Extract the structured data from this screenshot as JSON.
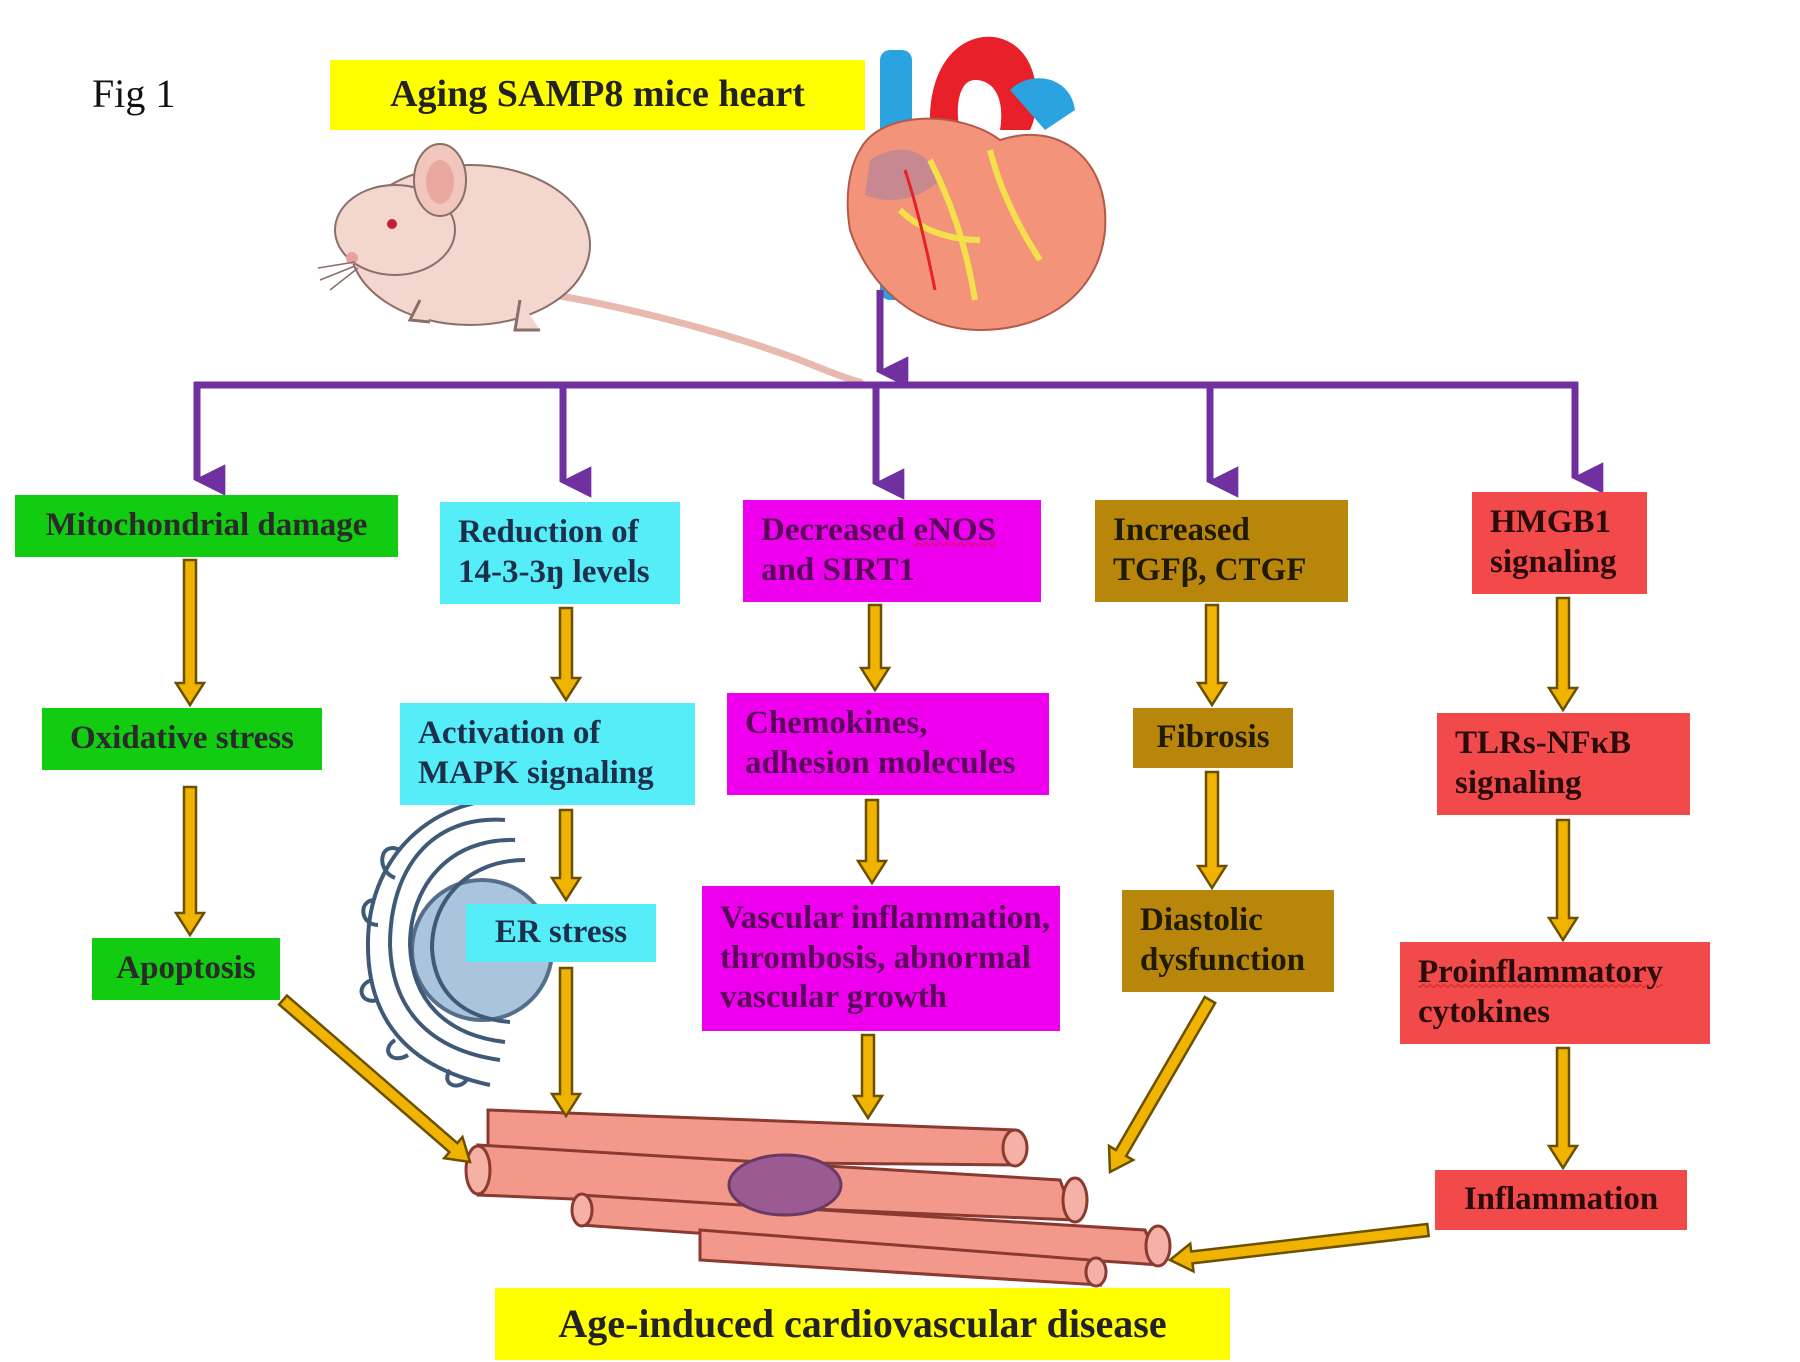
{
  "figure": {
    "label": "Fig 1",
    "top_title": "Aging SAMP8 mice heart",
    "bottom_title": "Age-induced cardiovascular disease"
  },
  "colors": {
    "branch_arrow": "#7030a0",
    "flow_arrow": "#f0b400",
    "green": "#11cc11",
    "cyan": "#55eef8",
    "magenta": "#ee00ee",
    "ochre": "#b8860b",
    "red": "#f24a4a",
    "label_yellow": "#ffff00"
  },
  "columns": [
    {
      "id": "mito",
      "nodes": [
        {
          "lines": [
            "Mitochondrial damage"
          ]
        },
        {
          "lines": [
            "Oxidative stress"
          ]
        },
        {
          "lines": [
            "Apoptosis"
          ]
        }
      ]
    },
    {
      "id": "1433",
      "nodes": [
        {
          "lines": [
            "Reduction of",
            "14-3-3ŋ levels"
          ]
        },
        {
          "lines": [
            "Activation of",
            "MAPK  signaling"
          ]
        },
        {
          "lines": [
            "ER stress"
          ]
        }
      ]
    },
    {
      "id": "enos",
      "nodes": [
        {
          "lines": [
            "Decreased eNOS",
            "and SIRT1"
          ]
        },
        {
          "lines": [
            "Chemokines,",
            "adhesion molecules"
          ]
        },
        {
          "lines": [
            "Vascular inflammation,",
            "thrombosis, abnormal",
            "vascular growth"
          ]
        }
      ]
    },
    {
      "id": "tgf",
      "nodes": [
        {
          "lines": [
            "Increased",
            "TGFβ,  CTGF"
          ]
        },
        {
          "lines": [
            "Fibrosis"
          ]
        },
        {
          "lines": [
            "Diastolic",
            "dysfunction"
          ]
        }
      ]
    },
    {
      "id": "hmgb1",
      "nodes": [
        {
          "lines": [
            "HMGB1",
            "signaling"
          ]
        },
        {
          "lines": [
            "TLRs-NFκB",
            "signaling"
          ]
        },
        {
          "lines": [
            "Proinflammatory",
            "cytokines"
          ]
        },
        {
          "lines": [
            "Inflammation"
          ]
        }
      ]
    }
  ],
  "illustrations": [
    "mouse-illustration",
    "heart-illustration",
    "endoplasmic-reticulum-illustration",
    "cardiomyocyte-illustration"
  ]
}
